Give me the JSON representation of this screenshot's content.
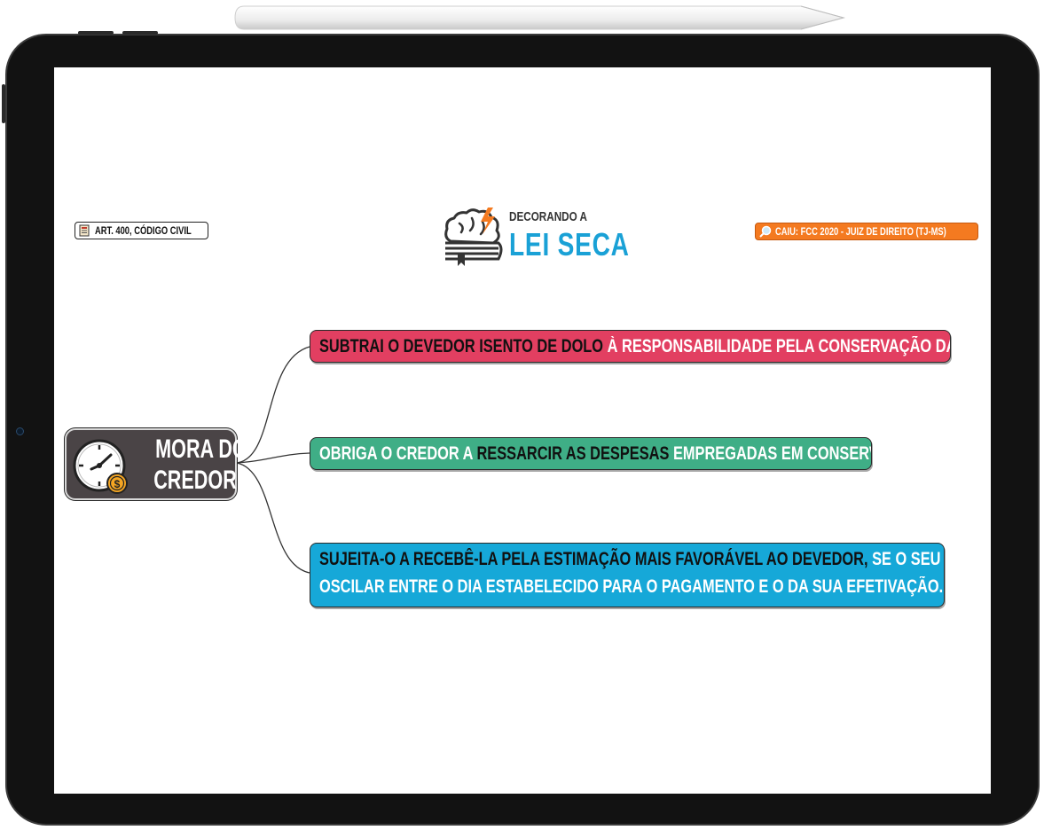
{
  "header": {
    "article_tag": "ART. 400, CÓDIGO CIVIL",
    "exam_tag": "CAIU: FCC 2020 - JUIZ DE DIREITO (TJ-MS)",
    "logo_top": "DECORANDO A",
    "logo_main": "LEI SECA"
  },
  "root": {
    "line1": "MORA DO",
    "line2": "CREDOR",
    "icon": "clock-coin-icon"
  },
  "branches": [
    {
      "dark": "SUBTRAI O DEVEDOR ISENTO DE DOLO",
      "light": " À RESPONSABILIDADE PELA CONSERVAÇÃO DA COISA"
    },
    {
      "light_a": "OBRIGA O CREDOR A ",
      "dark": "RESSARCIR AS DESPESAS",
      "light_b": " EMPREGADAS EM CONSERVÁ-LA"
    },
    {
      "dark": "SUJEITA-O A RECEBÊ-LA PELA ESTIMAÇÃO MAIS FAVORÁVEL AO DEVEDOR,",
      "light_a": " SE O SEU VALOR",
      "light_b": "OSCILAR ENTRE O DIA ESTABELECIDO PARA O PAGAMENTO E O DA SUA EFETIVAÇÃO."
    }
  ],
  "colors": {
    "branch1": "#e23f61",
    "branch2": "#3fae86",
    "branch3": "#16a8d8",
    "root": "#4a4446",
    "logo_accent": "#1aa1d6",
    "exam_tag": "#f47a20"
  }
}
